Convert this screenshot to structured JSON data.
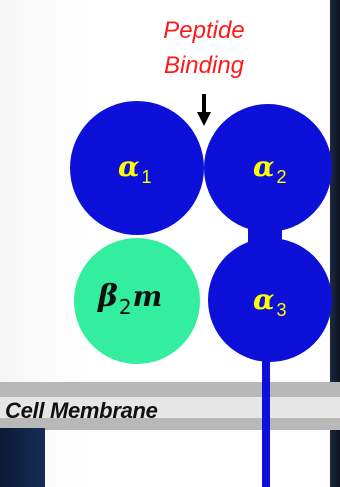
{
  "annotation": {
    "line1": "Peptide",
    "line2": "Binding"
  },
  "domains": {
    "alpha1": {
      "symbol": "α",
      "subscript": "1"
    },
    "alpha2": {
      "symbol": "α",
      "subscript": "2"
    },
    "alpha3": {
      "symbol": "α",
      "subscript": "3"
    },
    "beta2m": {
      "symbol": "β",
      "subscript": "2",
      "suffix": "m"
    }
  },
  "membrane": {
    "label": "Cell Membrane"
  },
  "colors": {
    "alpha_domain": "#0c10d8",
    "beta2m_domain": "#33ee9e",
    "annotation_text": "#ff1a1a",
    "domain_label": "#ffff00",
    "membrane_stripe": "#b8b8b8",
    "transmembrane_tail": "#0c10d8"
  },
  "icons": {
    "arrow": "down-arrow-icon"
  }
}
